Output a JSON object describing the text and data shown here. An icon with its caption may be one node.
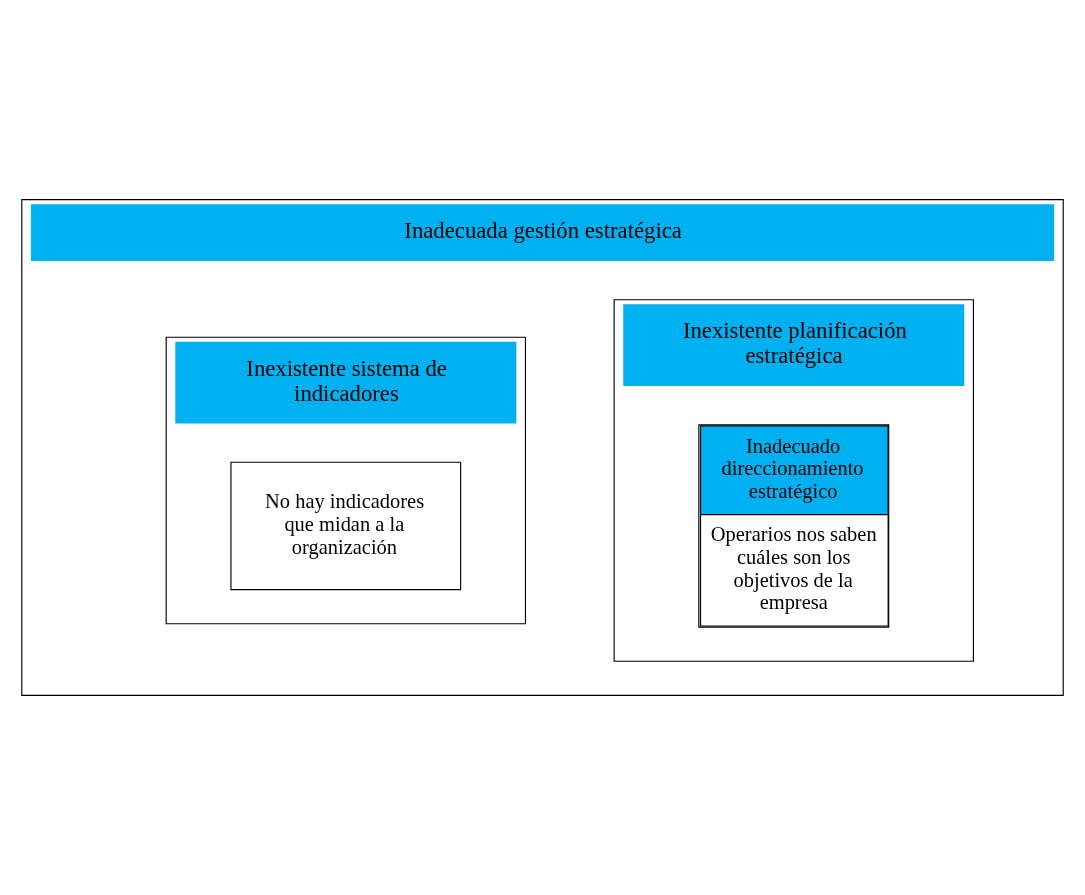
{
  "diagram": {
    "nodes": [
      {
        "text": [
          "Inadecuada gestión estratégica"
        ]
      },
      {
        "text": [
          "Inexistente planificación estratégica"
        ],
        "in": 0
      },
      {
        "text": [
          "Inadecuado direccionamiento estratégico",
          "Operarios nos saben cuáles son los objetivos de la empresa"
        ],
        "in": 1
      },
      {
        "text": [
          "Inexistente sistema de indicadores"
        ],
        "in": 0
      },
      {
        "text": [
          "No hay indicadores que midan a la organización"
        ],
        "in": 3
      }
    ],
    "edges": []
  }
}
